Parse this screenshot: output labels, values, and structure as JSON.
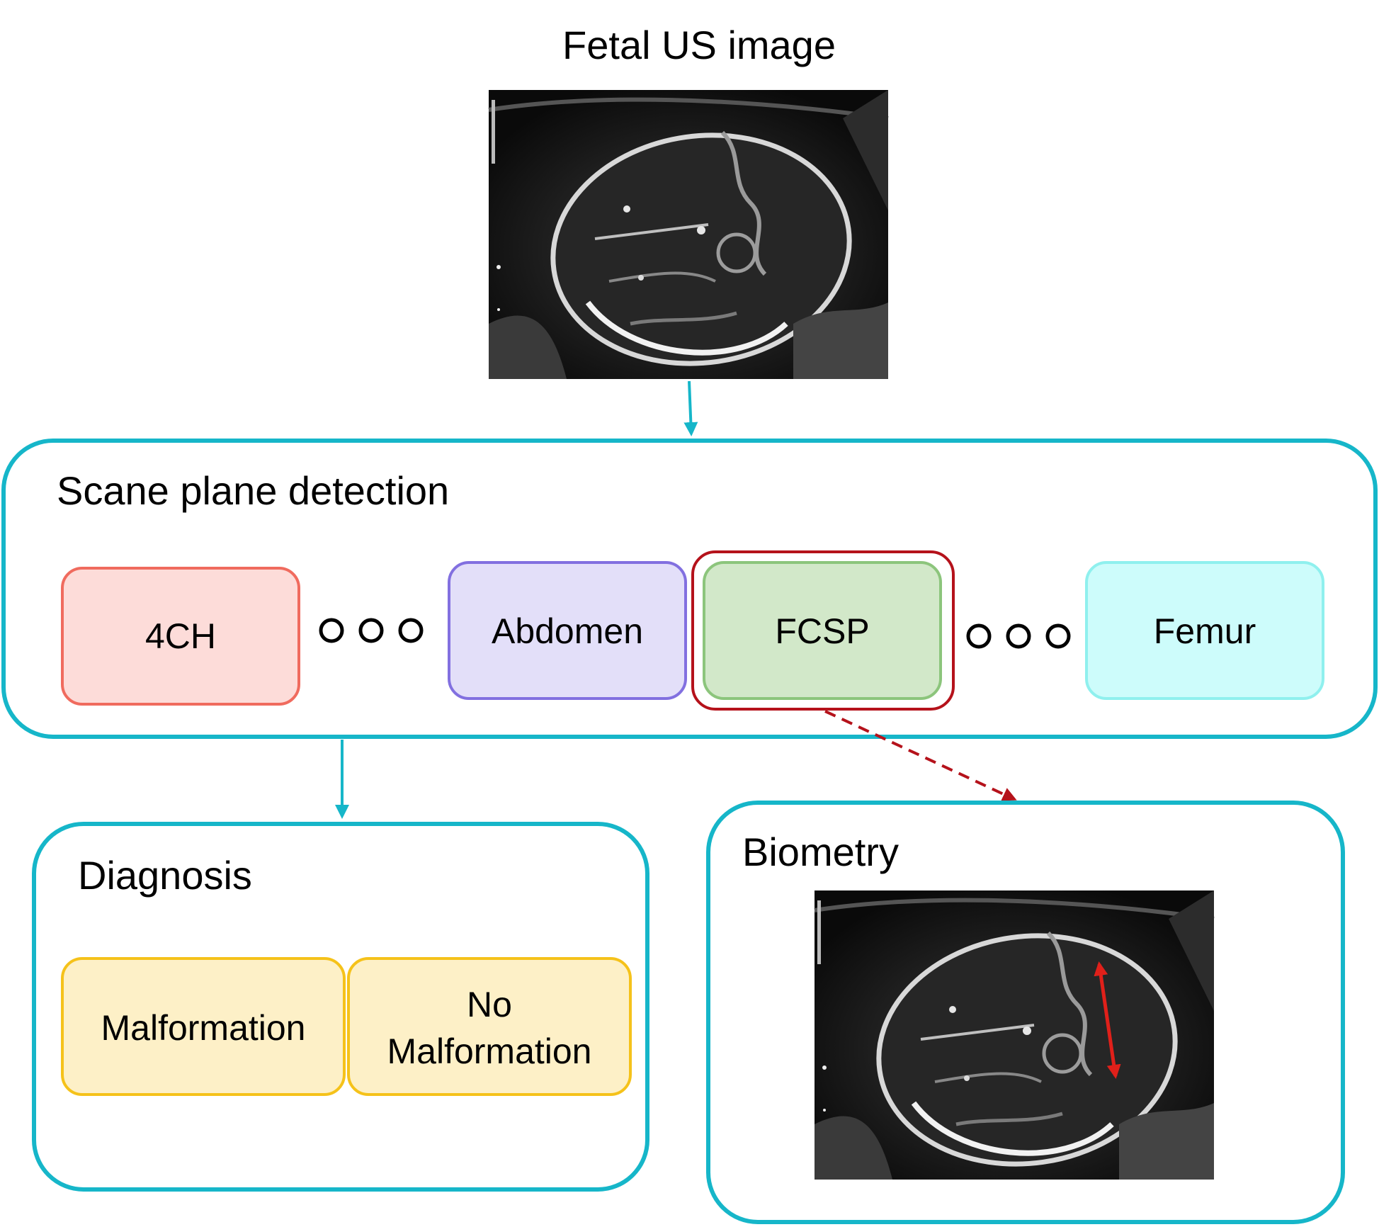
{
  "figure_title": "Fetal US image",
  "scan_plane_panel": {
    "title": "Scane plane detection",
    "planes": [
      {
        "label": "4CH",
        "fill": "#fddcd9",
        "stroke": "#f06b5e"
      },
      {
        "label": "Abdomen",
        "fill": "#e3dff9",
        "stroke": "#8270e0"
      },
      {
        "label": "FCSP",
        "fill": "#d2e8c9",
        "stroke": "#8cc57c",
        "selected": true,
        "selection_color": "#b5121b"
      },
      {
        "label": "Femur",
        "fill": "#cdfcfb",
        "stroke": "#8ff0ee"
      }
    ],
    "ellipsis_dots": 3
  },
  "diagnosis_panel": {
    "title": "Diagnosis",
    "options": [
      {
        "label": "Malformation"
      },
      {
        "label_lines": [
          "No",
          "Malformation"
        ]
      }
    ],
    "option_fill": "#fdf0c7",
    "option_stroke": "#f5c21a"
  },
  "biometry_panel": {
    "title": "Biometry",
    "measurement_color": "#e0201a"
  },
  "colors": {
    "panel_stroke": "#16b6c9",
    "flow_arrow": "#16b6c9",
    "dashed_arrow": "#b5121b"
  }
}
